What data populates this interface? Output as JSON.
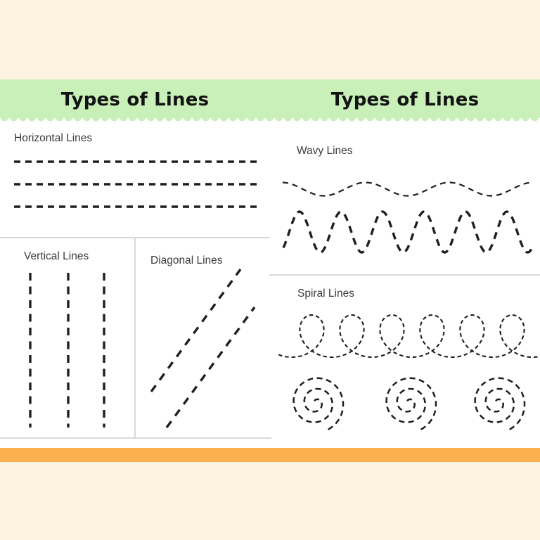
{
  "banner": {
    "left_title": "Types of Lines",
    "right_title": "Types of Lines"
  },
  "sections": {
    "horizontal": {
      "label": "Horizontal Lines",
      "line_count": 3
    },
    "vertical": {
      "label": "Vertical Lines",
      "line_count": 3
    },
    "diagonal": {
      "label": "Diagonal Lines",
      "line_count": 2
    },
    "wavy": {
      "label": "Wavy Lines",
      "line_count": 2
    },
    "spiral": {
      "label": "Spiral Lines",
      "loop_line_count": 1,
      "spiral_count": 3
    }
  },
  "colors": {
    "background_cream": "#FDF3E0",
    "banner_green": "#C9F0B8",
    "accent_orange": "#FBB150",
    "page_white": "#FFFFFF",
    "divider_gray": "#D9D9D9",
    "line_ink": "#1F1F1F",
    "label_text": "#3C3C3C",
    "title_text": "#131313"
  }
}
